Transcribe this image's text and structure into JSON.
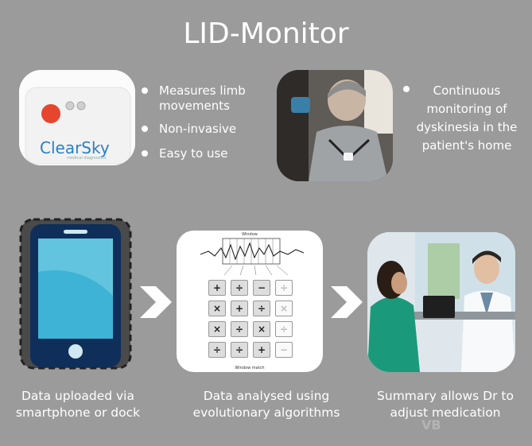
{
  "title": "LID-Monitor",
  "device": {
    "brand": "ClearSky",
    "subtext": "medical diagnostics"
  },
  "bullets_left": [
    "Measures limb movements",
    "Non-invasive",
    "Easy to use"
  ],
  "bullets_right": [
    "Continuous monitoring of dyskinesia in the patient's home"
  ],
  "diagram": {
    "top_label": "Window",
    "bottom_label": "Window match",
    "rows": [
      [
        "+",
        "÷",
        "−",
        "÷"
      ],
      [
        "×",
        "+",
        "÷",
        "×"
      ],
      [
        "×",
        "÷",
        "×",
        "÷"
      ],
      [
        "÷",
        "÷",
        "+",
        "−"
      ]
    ]
  },
  "captions": [
    "Data uploaded via smartphone or dock",
    "Data analysed using evolutionary algorithms",
    "Summary allows Dr to adjust medication"
  ],
  "watermark": "VB"
}
